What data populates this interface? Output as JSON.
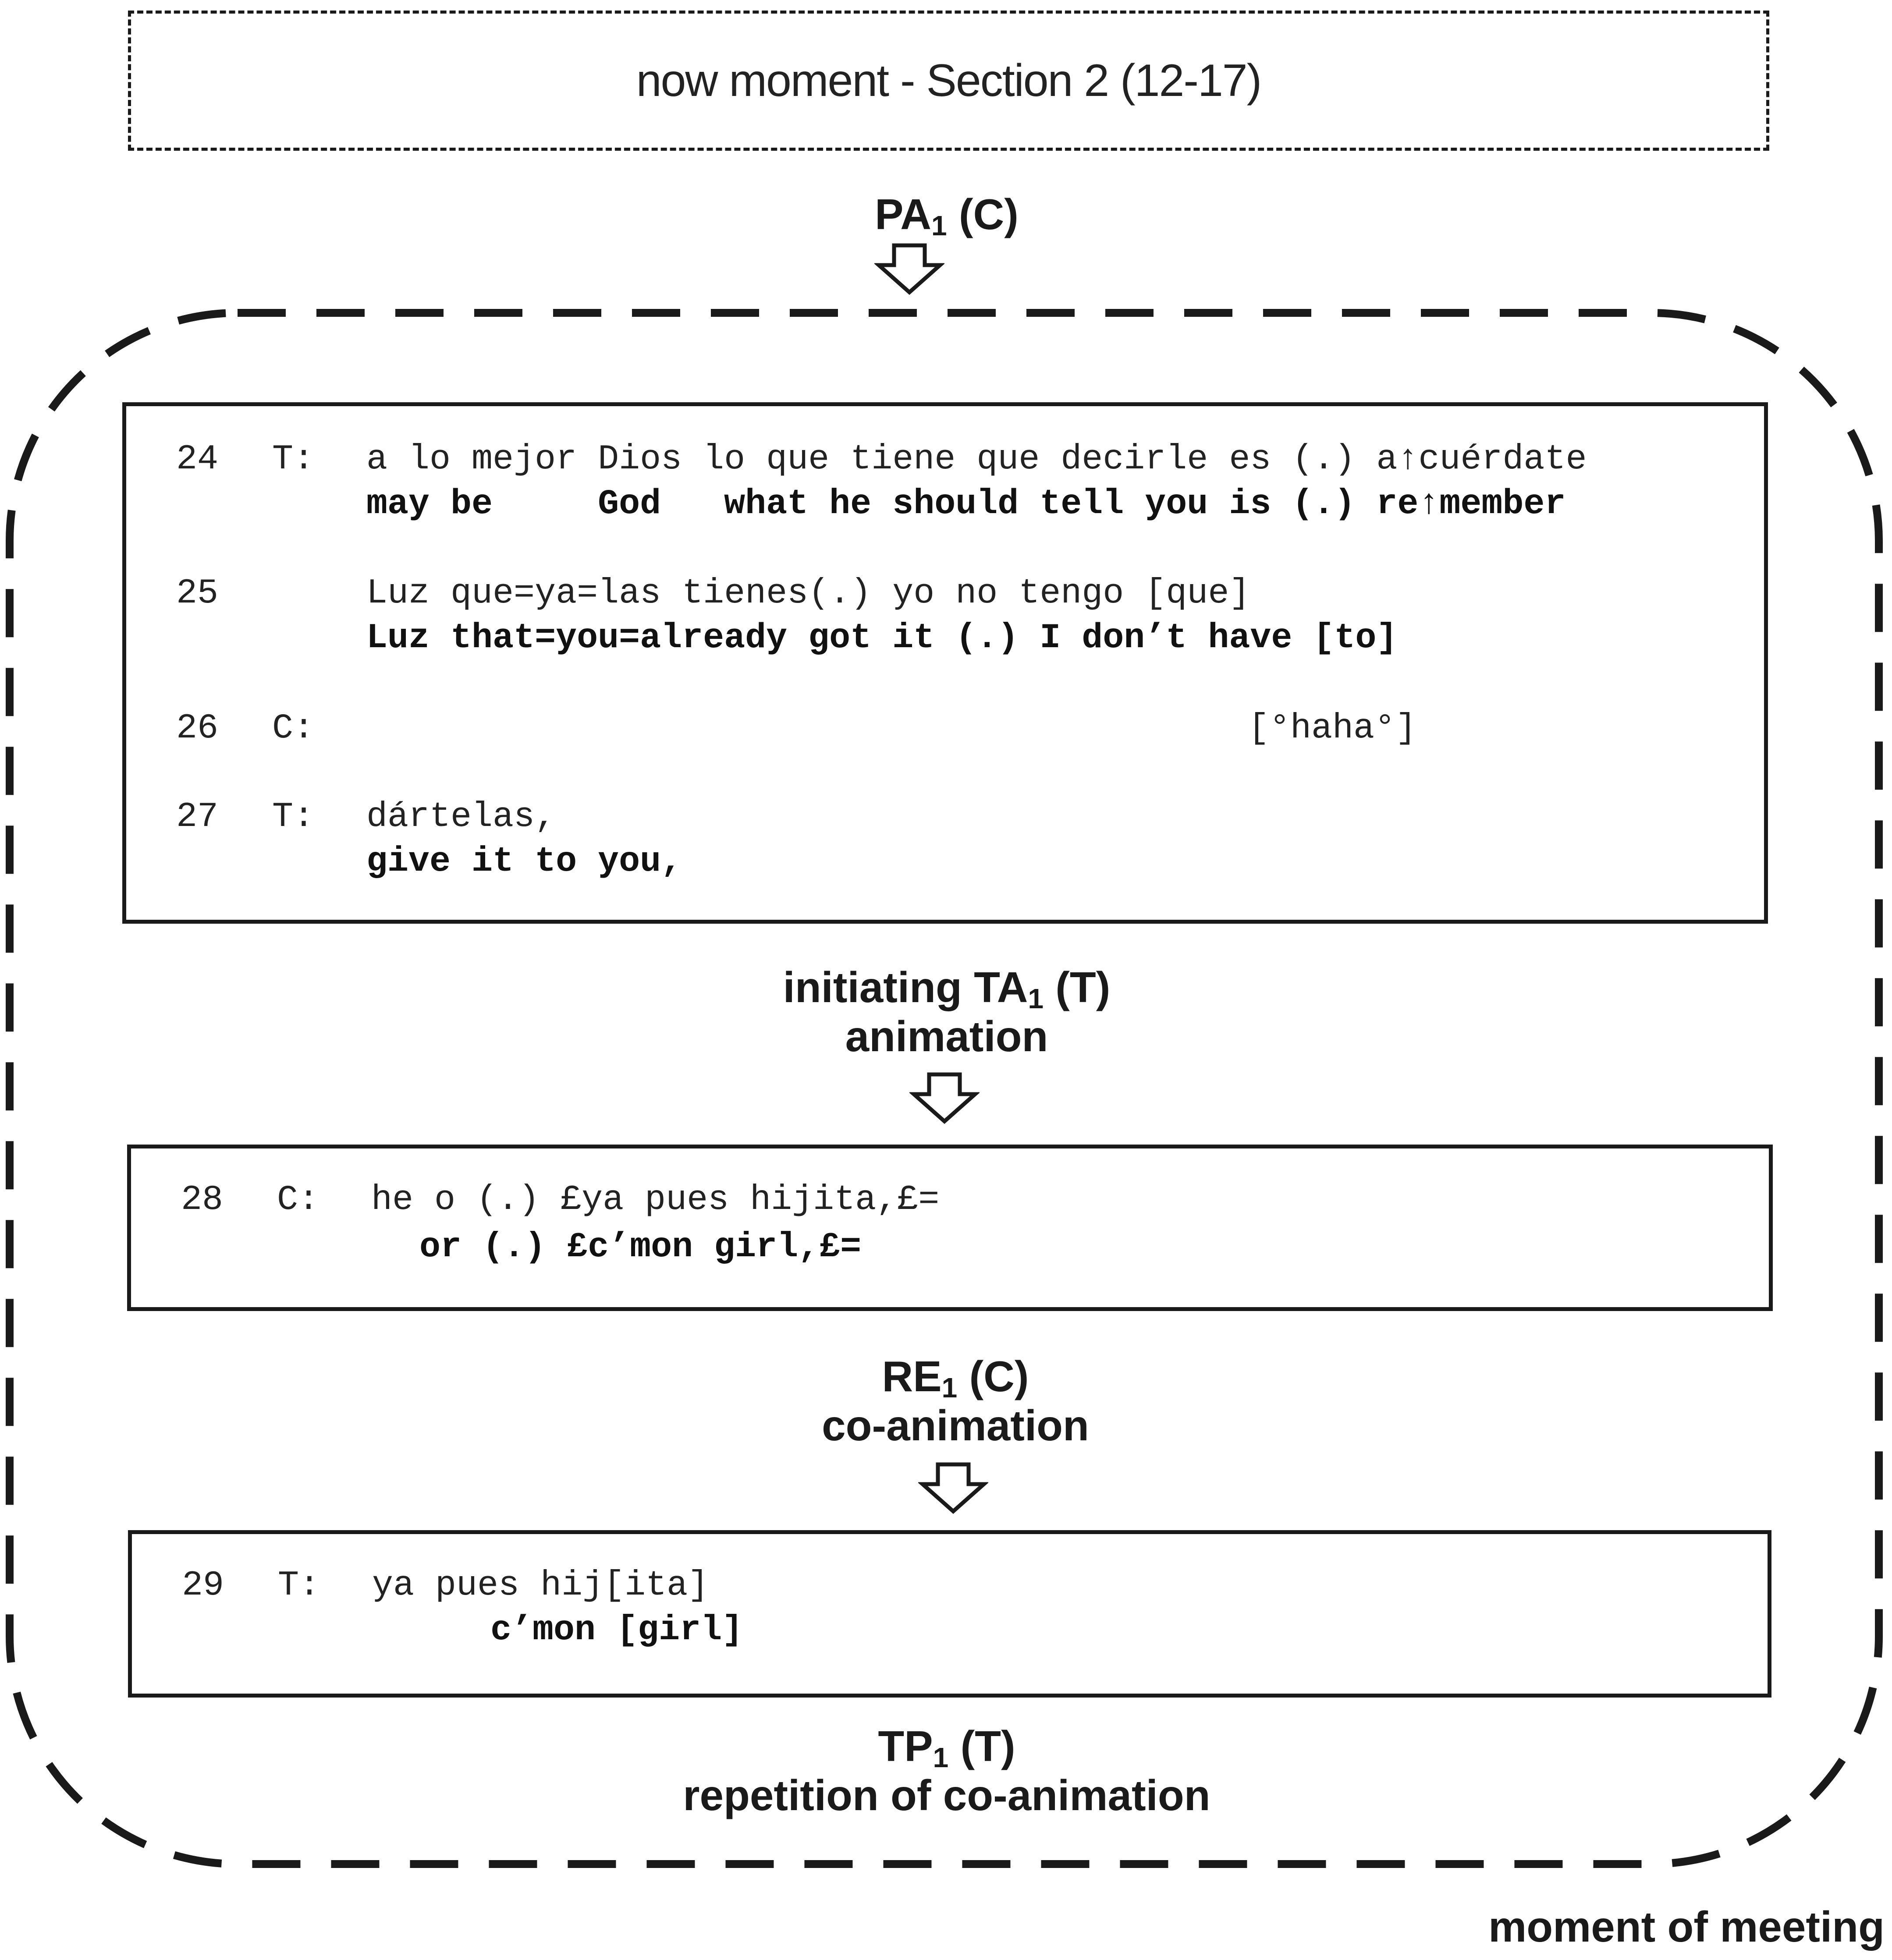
{
  "now_moment": {
    "label": "now moment - Section 2 (12-17)"
  },
  "pa": {
    "main": "PA",
    "sub": "1",
    "who": " (C)"
  },
  "ta": {
    "prefix": "initiating TA",
    "sub": "1",
    "who": " (T)",
    "desc": "animation"
  },
  "re": {
    "main": "RE",
    "sub": "1",
    "who": " (C)",
    "desc": "co-animation"
  },
  "tp": {
    "main": "TP",
    "sub": "1",
    "who": " (T)",
    "desc": "repetition of co-animation"
  },
  "meeting_label": "moment of meeting",
  "transcript_block_1": {
    "lines": [
      {
        "num": "24",
        "speaker": "T:",
        "es": "a lo mejor Dios lo que tiene que decirle es (.) a↑cuérdate",
        "en": "may be     God   what he should tell you is (.) re↑member"
      },
      {
        "num": "25",
        "speaker": "",
        "es": "Luz que=ya=las tienes(.) yo no tengo [que]",
        "en": "Luz that=you=already got it (.) I don’t have [to]"
      },
      {
        "num": "26",
        "speaker": "C:",
        "es": "[°haha°]",
        "en": ""
      },
      {
        "num": "27",
        "speaker": "T:",
        "es": "dártelas,",
        "en": "give it to you,"
      }
    ]
  },
  "transcript_block_2": {
    "num": "28",
    "speaker": "C:",
    "es": "he o (.) £ya pues hijita,£=",
    "en": "or (.) £c’mon girl,£="
  },
  "transcript_block_3": {
    "num": "29",
    "speaker": "T:",
    "es": "ya pues hij[ita]",
    "en": "c’mon [girl]"
  }
}
